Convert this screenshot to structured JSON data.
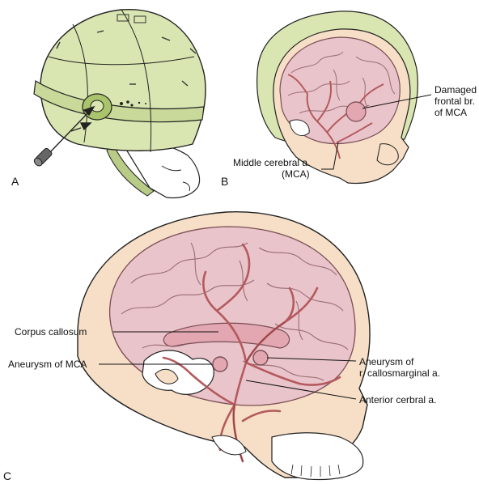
{
  "panels": {
    "a": {
      "letter": "A"
    },
    "b": {
      "letter": "B",
      "labels": {
        "damaged_line1": "Damaged",
        "damaged_line2": "frontal br.",
        "damaged_line3": "of MCA",
        "mca_line1": "Middle cerebral a.",
        "mca_line2": "(MCA)"
      }
    },
    "c": {
      "letter": "C",
      "labels": {
        "corpus_callosum": "Corpus callosum",
        "aneurysm_mca": "Aneurysm of MCA",
        "aneurysm_callosomarginal_line1": "Aneurysm of",
        "aneurysm_callosomarginal_line2": "r. callosmarginal a.",
        "anterior_cerebral": "Anterior cerbral a."
      }
    }
  },
  "colors": {
    "helmet": "#d9e6b1",
    "helmet_dark": "#b9cc87",
    "brain": "#e9c4ca",
    "brain_line": "#9a6d74",
    "vessel": "#b45a5e",
    "skull": "#f6dfc6",
    "outline": "#222222"
  }
}
